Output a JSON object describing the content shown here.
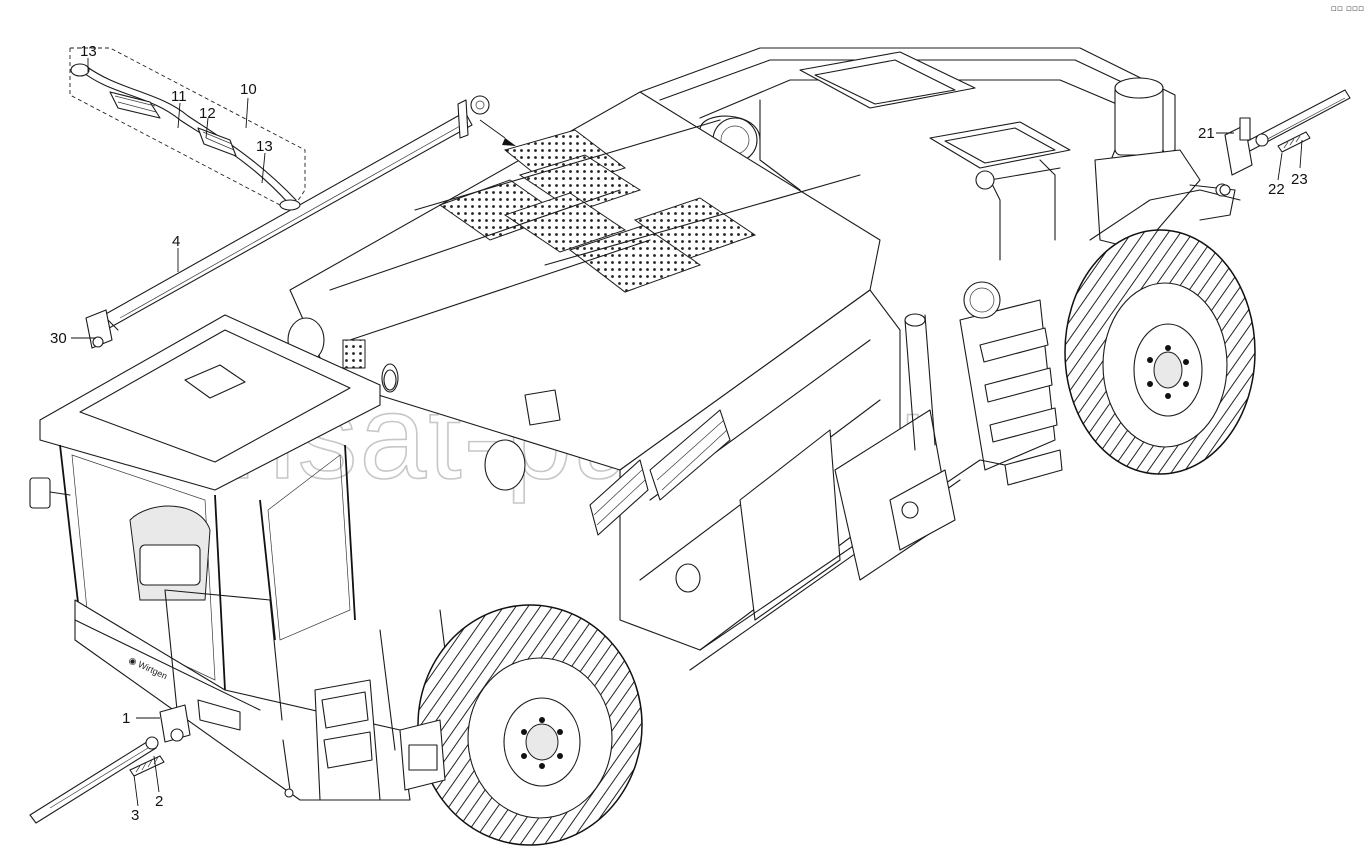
{
  "diagram": {
    "watermark": "ansat-parts.ru",
    "callouts": [
      {
        "id": "c1",
        "text": "1"
      },
      {
        "id": "c2",
        "text": "2"
      },
      {
        "id": "c3",
        "text": "3"
      },
      {
        "id": "c4",
        "text": "4"
      },
      {
        "id": "c10",
        "text": "10"
      },
      {
        "id": "c11",
        "text": "11"
      },
      {
        "id": "c12",
        "text": "12"
      },
      {
        "id": "c13a",
        "text": "13"
      },
      {
        "id": "c13b",
        "text": "13"
      },
      {
        "id": "c21",
        "text": "21"
      },
      {
        "id": "c22",
        "text": "22"
      },
      {
        "id": "c23",
        "text": "23"
      },
      {
        "id": "c30",
        "text": "30"
      }
    ],
    "corner_mark": "▫▫ ▫▫▫"
  }
}
